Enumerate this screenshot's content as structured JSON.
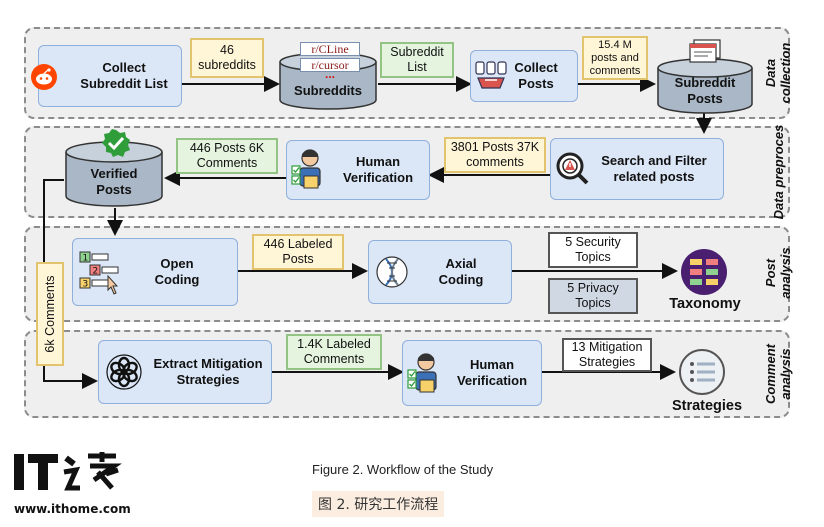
{
  "stages": {
    "collection": "Data collection",
    "preprocess": "Data preproces",
    "post": "Post analysis",
    "comment": "Comment analysis"
  },
  "nodes": {
    "collect_subreddit_list": "Collect Subreddit List",
    "subreddits": "Subreddits",
    "collect_posts": "Collect Posts",
    "subreddit_posts": "Subreddit Posts",
    "search_filter": "Search and Filter related posts",
    "human_verification_1": "Human Verification",
    "verified_posts": "Verified Posts",
    "open_coding": "Open Coding",
    "axial_coding": "Axial Coding",
    "taxonomy": "Taxonomy",
    "extract_mitigation": "Extract Mitigation Strategies",
    "human_verification_2": "Human Verification",
    "strategies": "Strategies"
  },
  "notes": {
    "n_subreddits": "46 subreddits",
    "subreddit_examples": [
      "r/CLine",
      "r/cursor",
      "..."
    ],
    "subreddit_list": "Subreddit List",
    "posts_comments_15m": "15.4 M posts and comments",
    "posts_3801": "3801 Posts 37K comments",
    "posts_446": "446 Posts 6K Comments",
    "labeled_446": "446 Labeled Posts",
    "security_topics": "5 Security Topics",
    "privacy_topics": "5 Privacy Topics",
    "comments_6k": "6k Comments",
    "labeled_comments": "1.4K Labeled Comments",
    "mitigation_13": "13 Mitigation Strategies"
  },
  "caption": {
    "en": "Figure 2. Workflow of the Study",
    "cn": "图 2. 研究工作流程"
  },
  "watermark": {
    "logo_text": "IT之家",
    "site": "www.ithome.com"
  },
  "colors": {
    "box_fill": "#dbe7f7",
    "stage_fill": "#efefef",
    "cylinder": "#a9b7c6",
    "reddit": "#ff4500",
    "check": "#2e9d3a",
    "taxonomy": "#4a1f6f"
  }
}
